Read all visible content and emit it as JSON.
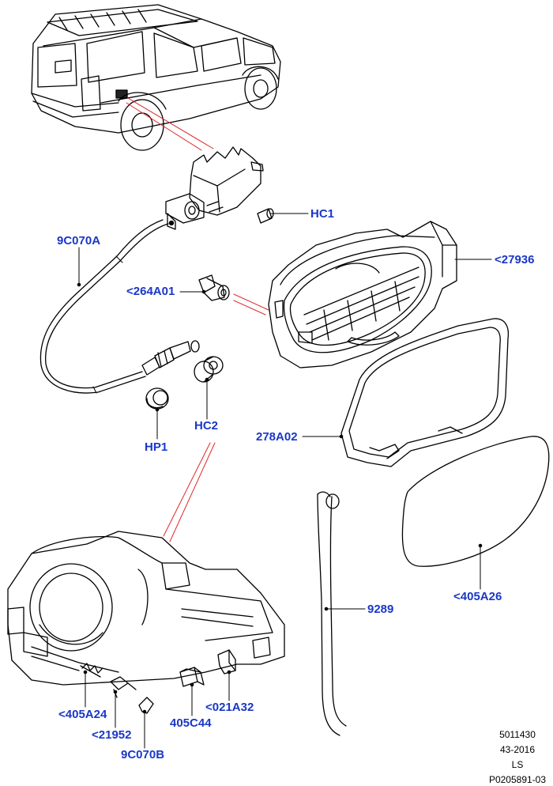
{
  "callouts": {
    "hc1": "HC1",
    "c27936": "<27936",
    "c9c070a": "9C070A",
    "c264a01": "<264A01",
    "hc2": "HC2",
    "hp1": "HP1",
    "c278a02": "278A02",
    "c9289": "9289",
    "c405a26": "<405A26",
    "c405a24": "<405A24",
    "c21952": "<21952",
    "c9c070b": "9C070B",
    "c405c44": "405C44",
    "c021a32": "<021A32"
  },
  "reference": {
    "line1": "5011430",
    "line2": "43-2016",
    "line3": "LS",
    "line4": "P0205891-03"
  },
  "colors": {
    "callout_text": "#1a37c8",
    "leader_line": "#000000",
    "detail_line": "#e0282a"
  }
}
